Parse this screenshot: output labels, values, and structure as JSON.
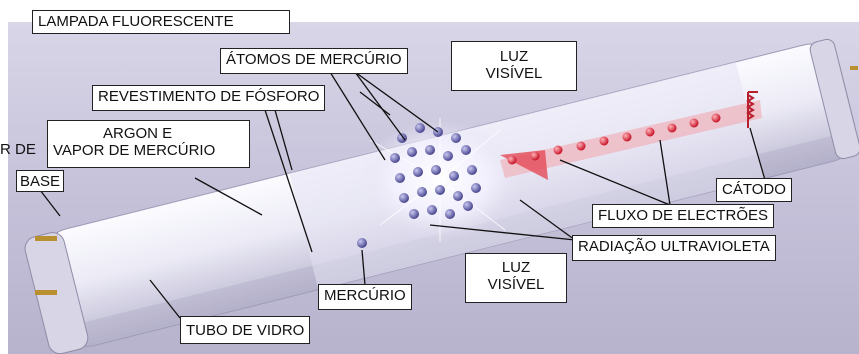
{
  "title": "LAMPADA FLUORESCENTE",
  "labels": {
    "atomos_mercurio": "ÁTOMOS DE MERCÚRIO",
    "revestimento": "REVESTIMENTO DE FÓSFORO",
    "argon_line1": "ARGON E",
    "argon_line2": "VAPOR DE MERCÚRIO",
    "argon_cut": "R DE",
    "base": "BASE",
    "luz_top_1": "LUZ",
    "luz_top_2": "VISÍVEL",
    "luz_bottom_1": "LUZ",
    "luz_bottom_2": "VISÍVEL",
    "catodo": "CÁTODO",
    "fluxo": "FLUXO DE ELECTRÕES",
    "radiacao": "RADIAÇÃO ULTRAVIOLETA",
    "mercurio": "MERCÚRIO",
    "tubo": "TUBO DE VIDRO"
  },
  "colors": {
    "background_band": "#c9c6dd",
    "tube_body": "#eceaf4",
    "tube_shadow": "#a9a6bf",
    "atom": "#6a67a8",
    "electron": "#e0283c",
    "arrow": "#f08a92",
    "uv_glow": "#ffffff"
  }
}
